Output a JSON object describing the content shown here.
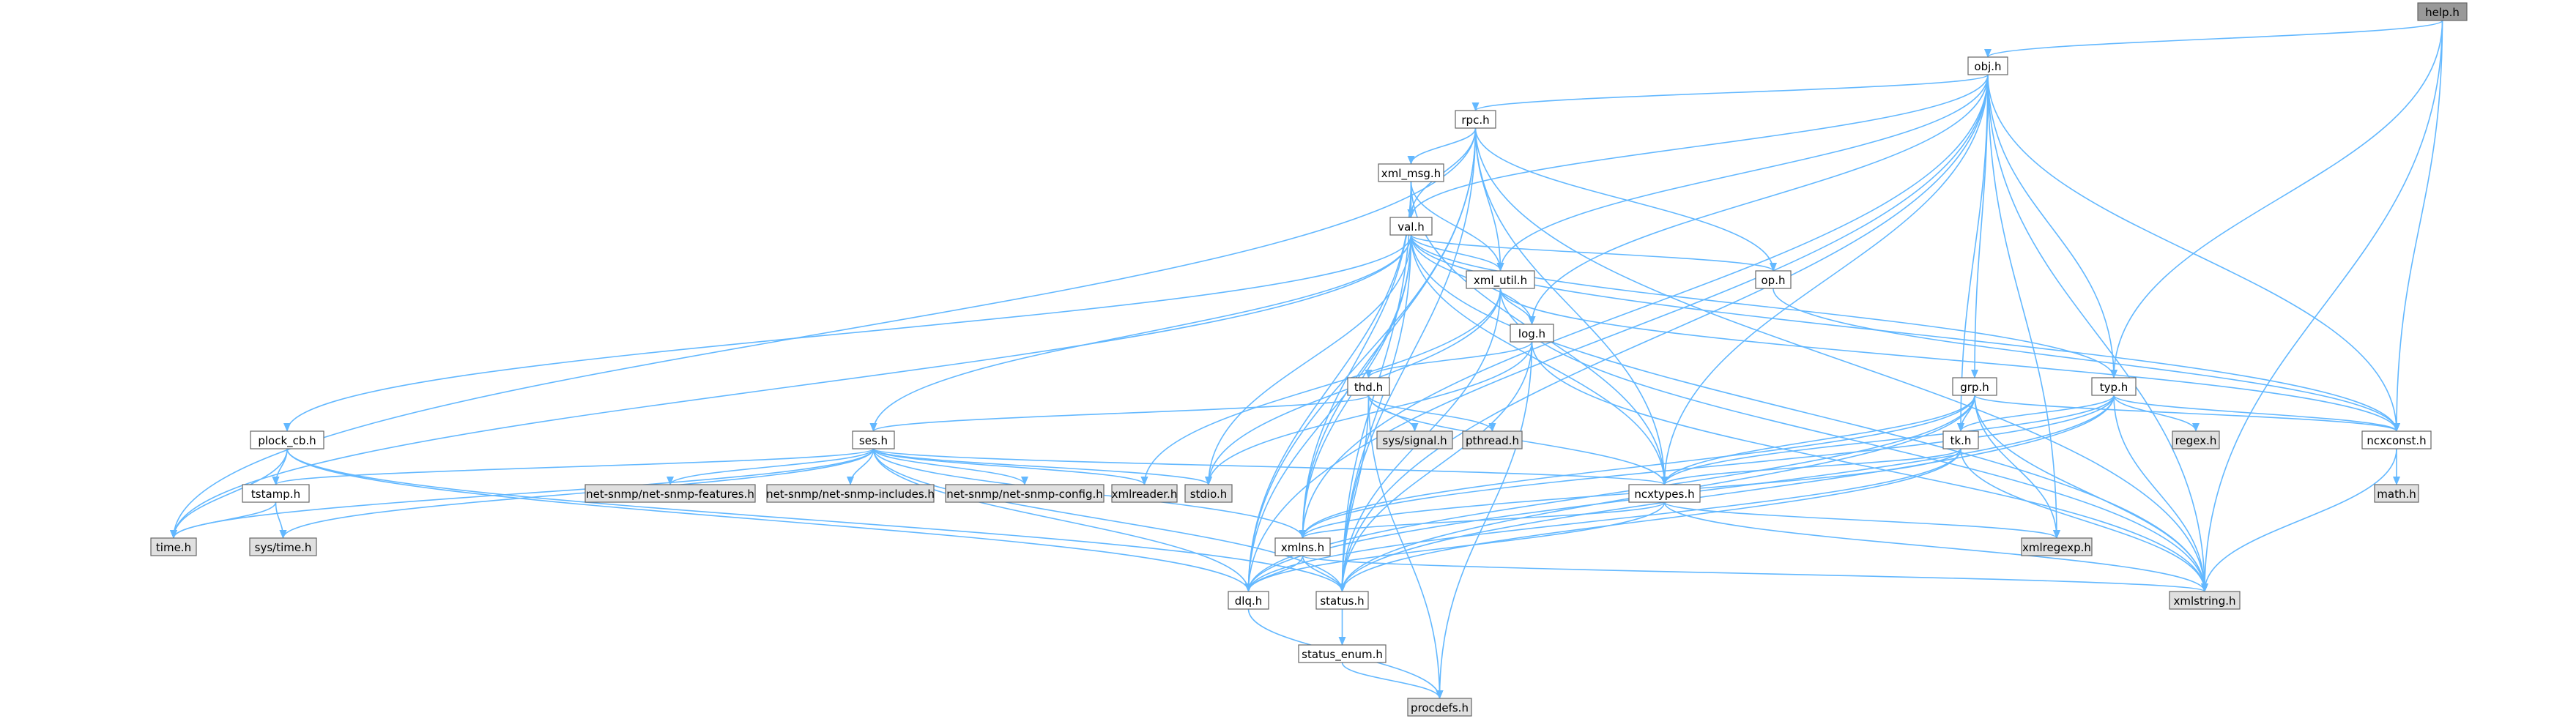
{
  "diagram": {
    "nodes": [
      {
        "id": "help",
        "label": "help.h",
        "style": "root"
      },
      {
        "id": "obj",
        "label": "obj.h",
        "style": "doc"
      },
      {
        "id": "rpc",
        "label": "rpc.h",
        "style": "doc"
      },
      {
        "id": "xml_msg",
        "label": "xml_msg.h",
        "style": "doc"
      },
      {
        "id": "val",
        "label": "val.h",
        "style": "doc"
      },
      {
        "id": "xml_util",
        "label": "xml_util.h",
        "style": "doc"
      },
      {
        "id": "op",
        "label": "op.h",
        "style": "doc"
      },
      {
        "id": "log",
        "label": "log.h",
        "style": "doc"
      },
      {
        "id": "typ",
        "label": "typ.h",
        "style": "doc"
      },
      {
        "id": "grp",
        "label": "grp.h",
        "style": "doc"
      },
      {
        "id": "thd",
        "label": "thd.h",
        "style": "doc"
      },
      {
        "id": "plock_cb",
        "label": "plock_cb.h",
        "style": "doc"
      },
      {
        "id": "ses",
        "label": "ses.h",
        "style": "doc"
      },
      {
        "id": "tk",
        "label": "tk.h",
        "style": "doc"
      },
      {
        "id": "ncxconst",
        "label": "ncxconst.h",
        "style": "doc"
      },
      {
        "id": "sys_signal",
        "label": "sys/signal.h",
        "style": "ext"
      },
      {
        "id": "pthread",
        "label": "pthread.h",
        "style": "ext"
      },
      {
        "id": "regex",
        "label": "regex.h",
        "style": "ext"
      },
      {
        "id": "math",
        "label": "math.h",
        "style": "ext"
      },
      {
        "id": "tstamp",
        "label": "tstamp.h",
        "style": "doc"
      },
      {
        "id": "snmp_features",
        "label": "net-snmp/net-snmp-features.h",
        "style": "ext"
      },
      {
        "id": "snmp_includes",
        "label": "net-snmp/net-snmp-includes.h",
        "style": "ext"
      },
      {
        "id": "snmp_config",
        "label": "net-snmp/net-snmp-config.h",
        "style": "ext"
      },
      {
        "id": "xmlreader",
        "label": "xmlreader.h",
        "style": "ext"
      },
      {
        "id": "stdio",
        "label": "stdio.h",
        "style": "ext"
      },
      {
        "id": "ncxtypes",
        "label": "ncxtypes.h",
        "style": "doc"
      },
      {
        "id": "time",
        "label": "time.h",
        "style": "ext"
      },
      {
        "id": "sys_time",
        "label": "sys/time.h",
        "style": "ext"
      },
      {
        "id": "xmlns",
        "label": "xmlns.h",
        "style": "doc"
      },
      {
        "id": "xmlregexp",
        "label": "xmlregexp.h",
        "style": "ext"
      },
      {
        "id": "dlq",
        "label": "dlq.h",
        "style": "doc"
      },
      {
        "id": "status",
        "label": "status.h",
        "style": "doc"
      },
      {
        "id": "xmlstring",
        "label": "xmlstring.h",
        "style": "ext"
      },
      {
        "id": "status_enum",
        "label": "status_enum.h",
        "style": "doc"
      },
      {
        "id": "procdefs",
        "label": "procdefs.h",
        "style": "ext"
      }
    ],
    "colors": {
      "edge": "#63b8ff",
      "root_fill": "#999999",
      "doc_fill": "#ffffff",
      "ext_fill": "#e0e0e0",
      "border": "#666666"
    }
  }
}
